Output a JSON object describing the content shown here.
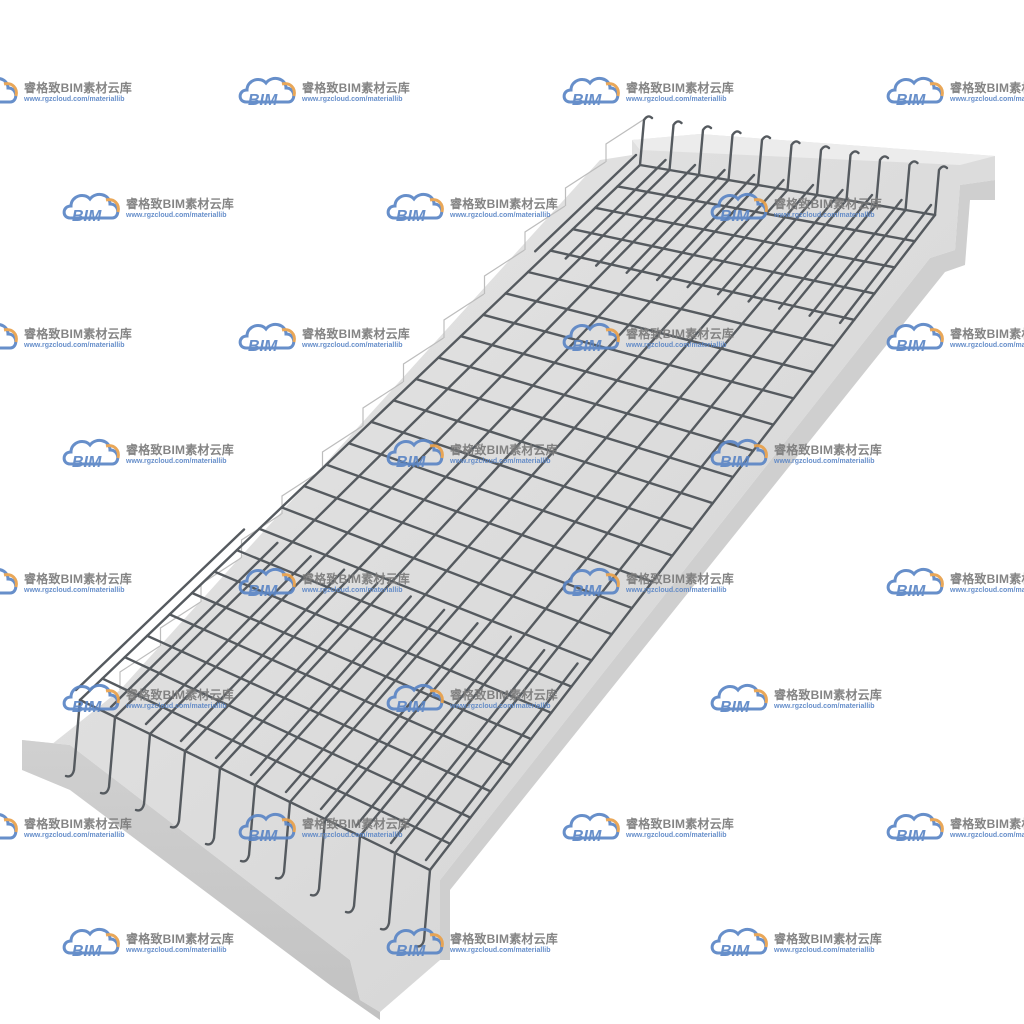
{
  "watermark": {
    "logo_text": "BIM",
    "name": "睿格致BIM素材云库",
    "url": "www.rgzcloud.com/materiallib",
    "logo_icon": "cloud-icon",
    "colors": {
      "blue": "#5b86c6",
      "orange": "#e8a04a",
      "gray": "#7a7a7a"
    }
  },
  "scene": {
    "subject": "staircase-rebar-model",
    "colors": {
      "concrete": "#dcdcdc",
      "concrete_side": "#c9c9c9",
      "rebar": "#555a5f"
    }
  }
}
